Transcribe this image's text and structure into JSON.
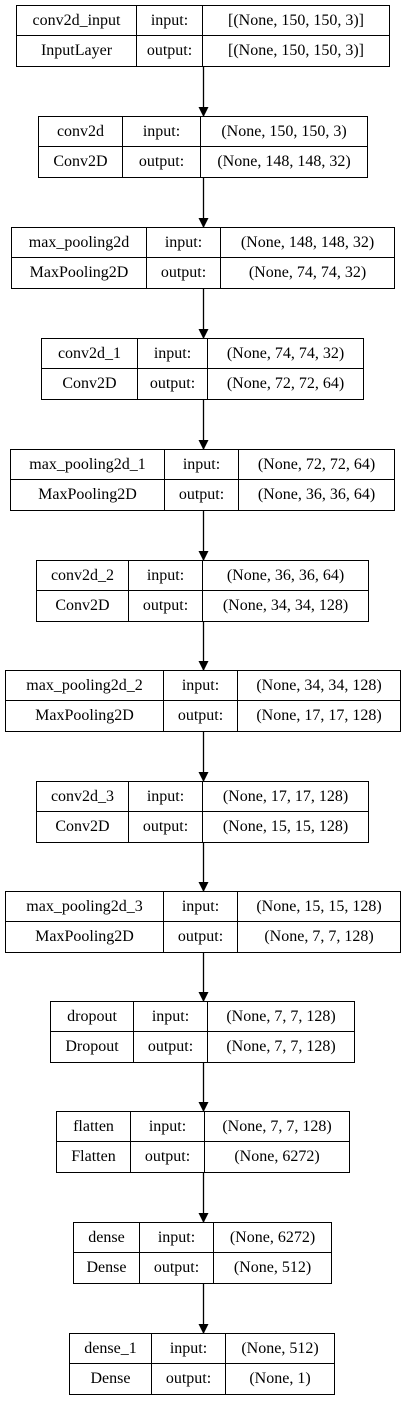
{
  "layers": [
    {
      "name": "conv2d_input",
      "type": "InputLayer",
      "in_label": "input:",
      "out_label": "output:",
      "input": "[(None, 150, 150, 3)]",
      "output": "[(None, 150, 150, 3)]"
    },
    {
      "name": "conv2d",
      "type": "Conv2D",
      "in_label": "input:",
      "out_label": "output:",
      "input": "(None, 150, 150, 3)",
      "output": "(None, 148, 148, 32)"
    },
    {
      "name": "max_pooling2d",
      "type": "MaxPooling2D",
      "in_label": "input:",
      "out_label": "output:",
      "input": "(None, 148, 148, 32)",
      "output": "(None, 74, 74, 32)"
    },
    {
      "name": "conv2d_1",
      "type": "Conv2D",
      "in_label": "input:",
      "out_label": "output:",
      "input": "(None, 74, 74, 32)",
      "output": "(None, 72, 72, 64)"
    },
    {
      "name": "max_pooling2d_1",
      "type": "MaxPooling2D",
      "in_label": "input:",
      "out_label": "output:",
      "input": "(None, 72, 72, 64)",
      "output": "(None, 36, 36, 64)"
    },
    {
      "name": "conv2d_2",
      "type": "Conv2D",
      "in_label": "input:",
      "out_label": "output:",
      "input": "(None, 36, 36, 64)",
      "output": "(None, 34, 34, 128)"
    },
    {
      "name": "max_pooling2d_2",
      "type": "MaxPooling2D",
      "in_label": "input:",
      "out_label": "output:",
      "input": "(None, 34, 34, 128)",
      "output": "(None, 17, 17, 128)"
    },
    {
      "name": "conv2d_3",
      "type": "Conv2D",
      "in_label": "input:",
      "out_label": "output:",
      "input": "(None, 17, 17, 128)",
      "output": "(None, 15, 15, 128)"
    },
    {
      "name": "max_pooling2d_3",
      "type": "MaxPooling2D",
      "in_label": "input:",
      "out_label": "output:",
      "input": "(None, 15, 15, 128)",
      "output": "(None, 7, 7, 128)"
    },
    {
      "name": "dropout",
      "type": "Dropout",
      "in_label": "input:",
      "out_label": "output:",
      "input": "(None, 7, 7, 128)",
      "output": "(None, 7, 7, 128)"
    },
    {
      "name": "flatten",
      "type": "Flatten",
      "in_label": "input:",
      "out_label": "output:",
      "input": "(None, 7, 7, 128)",
      "output": "(None, 6272)"
    },
    {
      "name": "dense",
      "type": "Dense",
      "in_label": "input:",
      "out_label": "output:",
      "input": "(None, 6272)",
      "output": "(None, 512)"
    },
    {
      "name": "dense_1",
      "type": "Dense",
      "in_label": "input:",
      "out_label": "output:",
      "input": "(None, 512)",
      "output": "(None, 1)"
    }
  ]
}
